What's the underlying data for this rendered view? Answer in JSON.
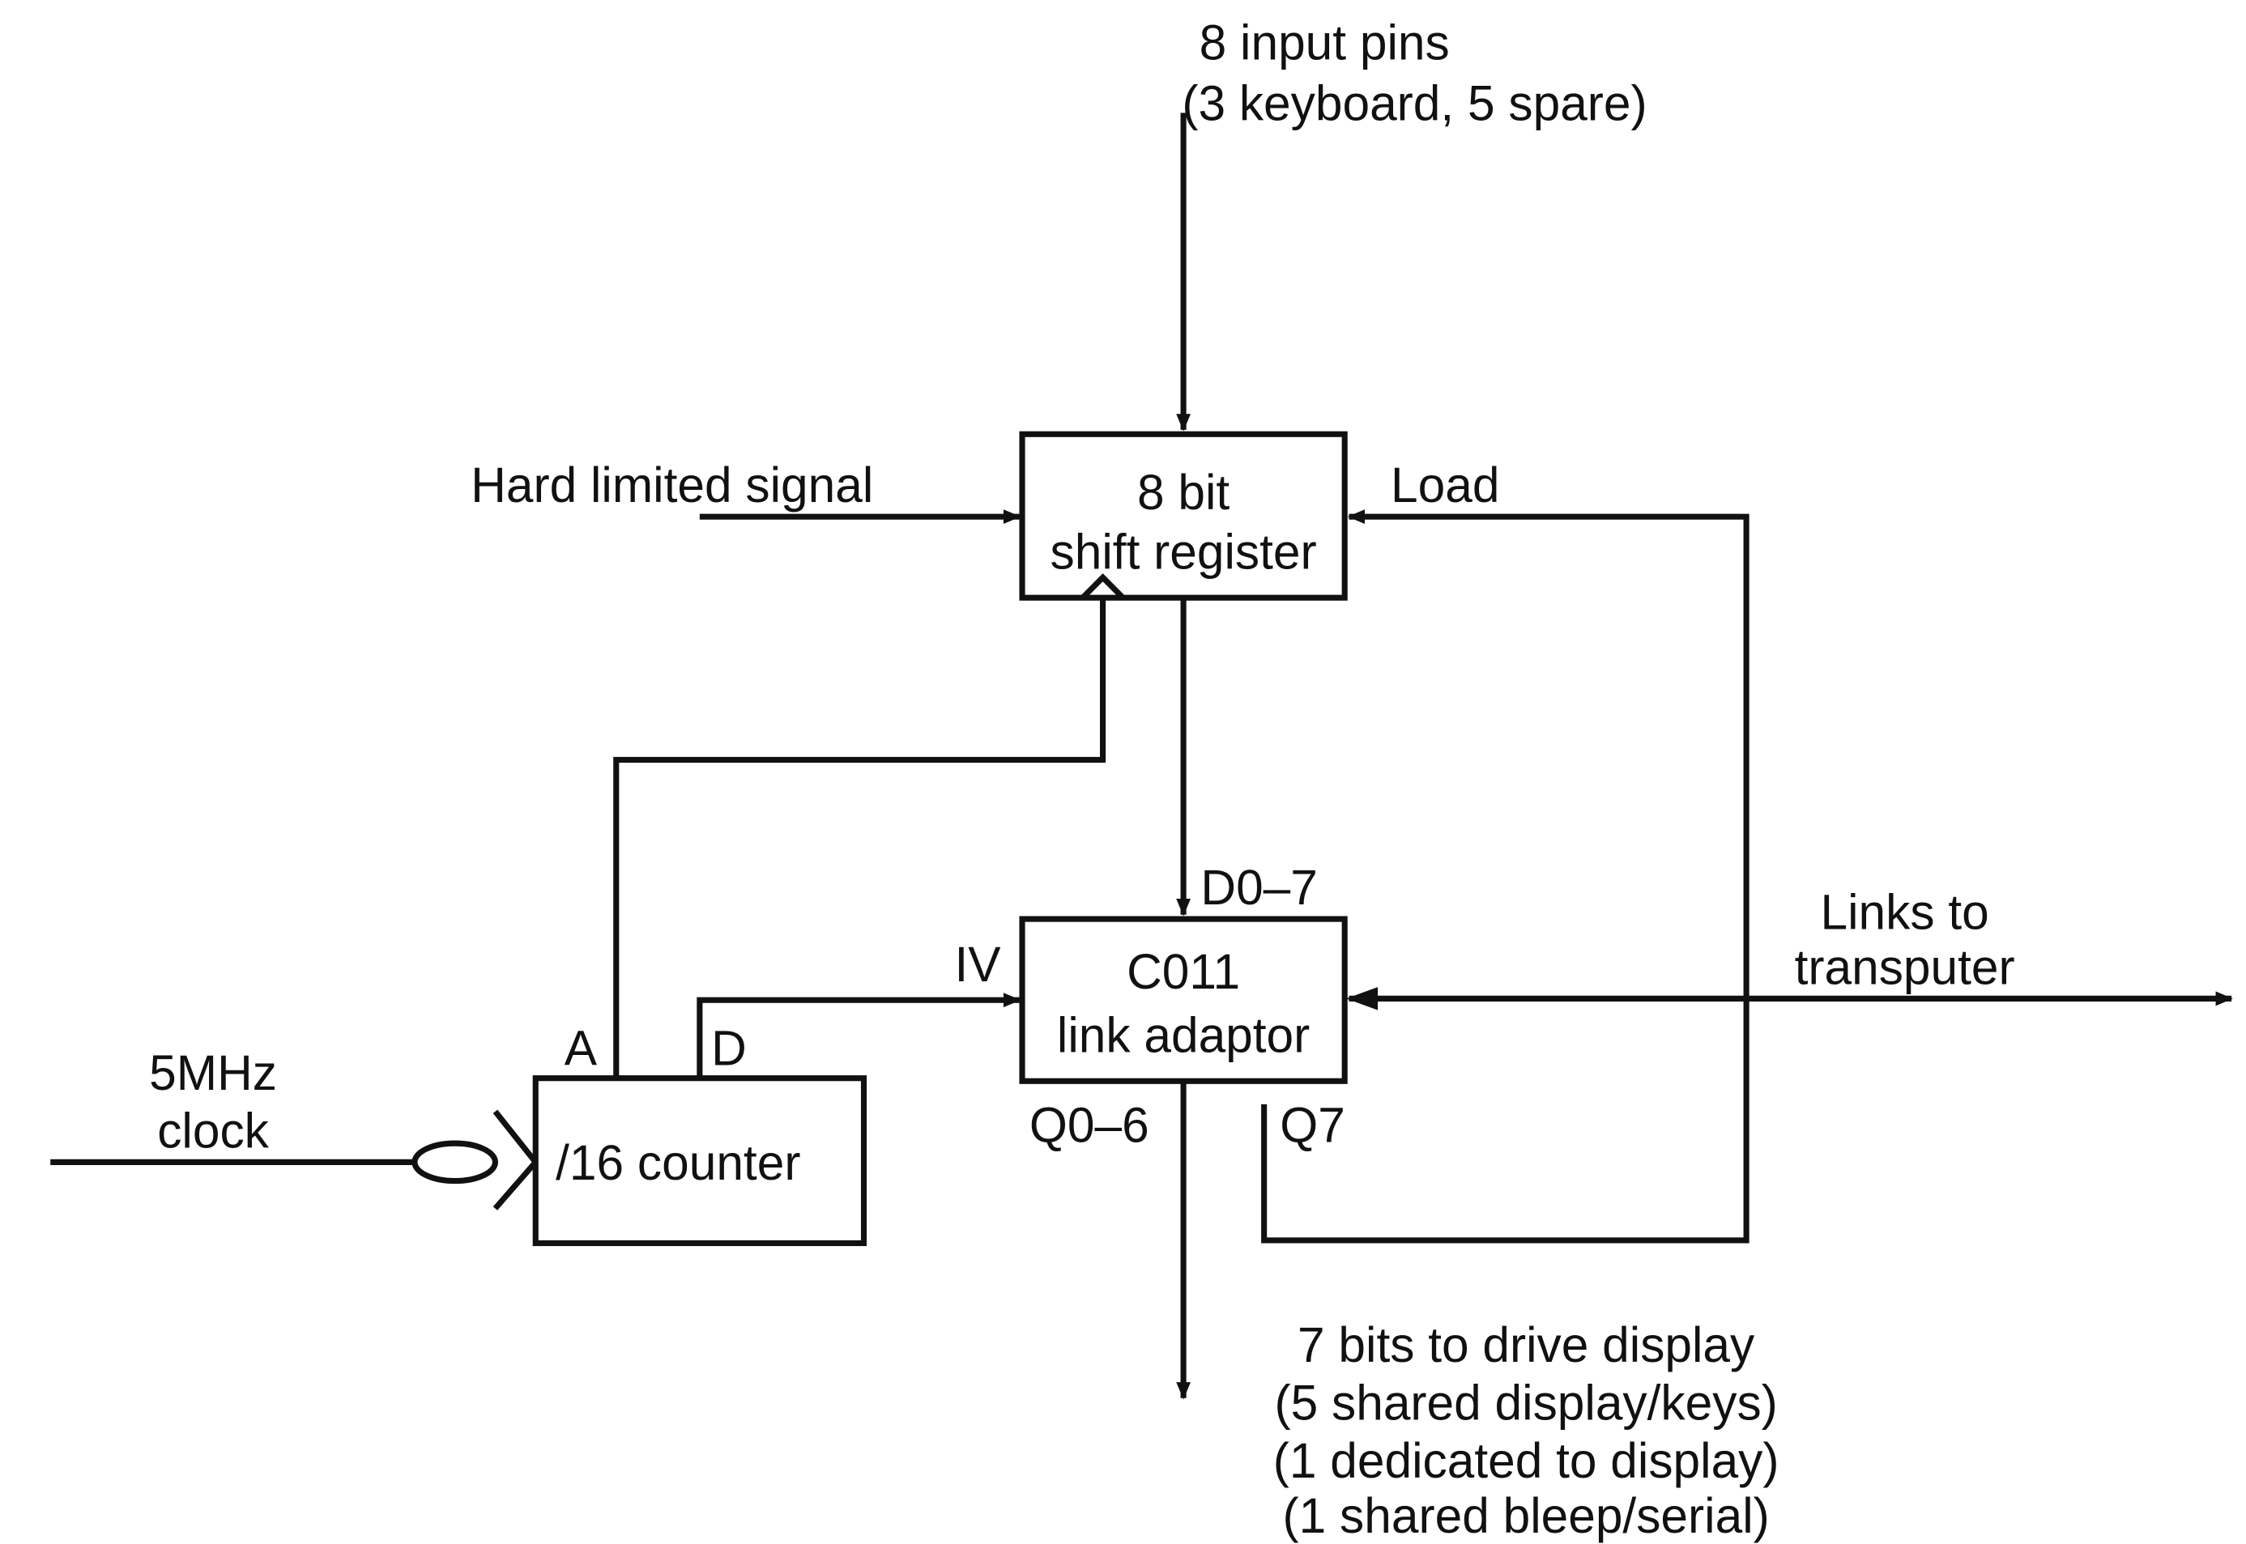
{
  "input_pins": {
    "line1": "8 input pins",
    "line2": "(3 keyboard, 5 spare)"
  },
  "hard_limited_signal": "Hard limited signal",
  "load_label": "Load",
  "shift_register": {
    "line1": "8 bit",
    "line2": "shift register"
  },
  "link_adaptor": {
    "line1": "C011",
    "line2": "link adaptor",
    "pin_d": "D0–7",
    "pin_iv": "IV",
    "pin_q06": "Q0–6",
    "pin_q7": "Q7"
  },
  "links_to_transputer": {
    "line1": "Links to",
    "line2": "transputer"
  },
  "clock": {
    "line1": "5MHz",
    "line2": "clock"
  },
  "counter": {
    "label": "/16 counter",
    "pin_a": "A",
    "pin_d": "D"
  },
  "display_bits": {
    "line1": "7 bits to drive display",
    "line2": "(5 shared display/keys)",
    "line3": "(1 dedicated to display)",
    "line4": "(1 shared bleep/serial)"
  }
}
